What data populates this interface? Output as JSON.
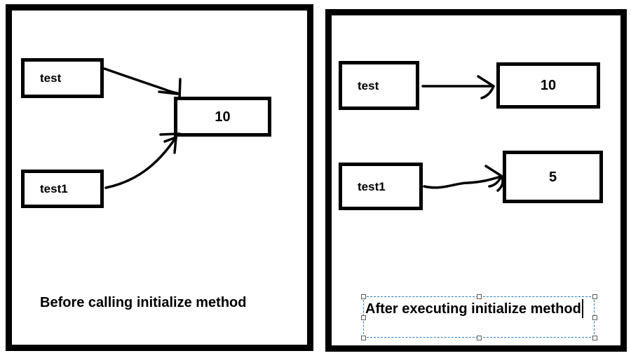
{
  "before_panel": {
    "caption": "Before calling initialize method",
    "var1_label": "test",
    "var2_label": "test1",
    "shared_value": "10"
  },
  "after_panel": {
    "caption": "After executing initialize method",
    "row1": {
      "var": "test",
      "value": "10"
    },
    "row2": {
      "var": "test1",
      "value": "5"
    }
  },
  "colors": {
    "ink": "#000000",
    "selection_blue": "#2279c4",
    "handle_border": "#5a5a5a",
    "background": "#ffffff"
  }
}
